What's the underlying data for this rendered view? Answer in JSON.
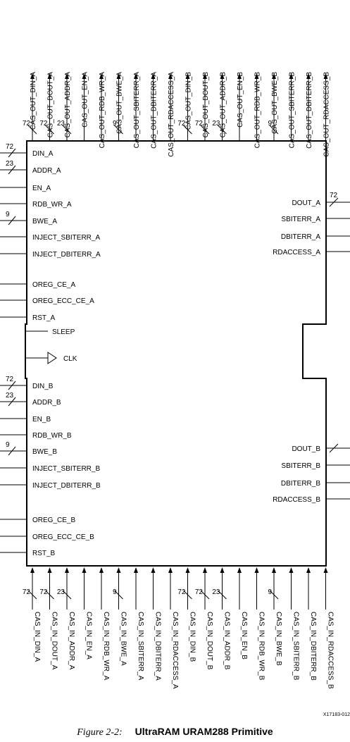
{
  "block": {
    "sleep_label": "SLEEP",
    "clk_label": "CLK"
  },
  "top_outputs": [
    {
      "label": "CAS_OUT_DIN_A",
      "bus": "72"
    },
    {
      "label": "CAS_OUT_DOUT_A",
      "bus": "72"
    },
    {
      "label": "CAS_OUT_ADDR_A",
      "bus": "23"
    },
    {
      "label": "CAS_OUT_EN_A",
      "bus": ""
    },
    {
      "label": "CAS_OUT_RDB_WR_A",
      "bus": ""
    },
    {
      "label": "CAS_OUT_BWE_A",
      "bus": "9"
    },
    {
      "label": "CAS_OUT_SBITERR_A",
      "bus": ""
    },
    {
      "label": "CAS_OUT_DBITERR_A",
      "bus": ""
    },
    {
      "label": "CAS_OUT_RDACCESS_A",
      "bus": ""
    },
    {
      "label": "CAS_OUT_DIN_B",
      "bus": "72"
    },
    {
      "label": "CAS_OUT_DOUT_B",
      "bus": "72"
    },
    {
      "label": "CAS_OUT_ADDR_B",
      "bus": "23"
    },
    {
      "label": "CAS_OUT_EN_B",
      "bus": ""
    },
    {
      "label": "CAS_OUT_RDB_WR_B",
      "bus": ""
    },
    {
      "label": "CAS_OUT_BWE_B",
      "bus": "9"
    },
    {
      "label": "CAS_OUT_SBITERR_B",
      "bus": ""
    },
    {
      "label": "CAS_OUT_DBITERR_B",
      "bus": ""
    },
    {
      "label": "CAS_OUT_RDACCESS_B",
      "bus": ""
    }
  ],
  "bottom_inputs": [
    {
      "label": "CAS_IN_DIN_A",
      "bus": "72"
    },
    {
      "label": "CAS_IN_DOUT_A",
      "bus": "72"
    },
    {
      "label": "CAS_IN_ADDR_A",
      "bus": "23"
    },
    {
      "label": "CAS_IN_EN_A",
      "bus": ""
    },
    {
      "label": "CAS_IN_RDB_WR_A",
      "bus": ""
    },
    {
      "label": "CAS_IN_BWE_A",
      "bus": "9"
    },
    {
      "label": "CAS_IN_SBITERR_A",
      "bus": ""
    },
    {
      "label": "CAS_IN_DBITERR_A",
      "bus": ""
    },
    {
      "label": "CAS_IN_RDACCESS_A",
      "bus": ""
    },
    {
      "label": "CAS_IN_DIN_B",
      "bus": "72"
    },
    {
      "label": "CAS_IN_DOUT_B",
      "bus": "72"
    },
    {
      "label": "CAS_IN_ADDR_B",
      "bus": "23"
    },
    {
      "label": "CAS_IN_EN_B",
      "bus": ""
    },
    {
      "label": "CAS_IN_RDB_WR_B",
      "bus": ""
    },
    {
      "label": "CAS_IN_BWE_B",
      "bus": "9"
    },
    {
      "label": "CAS_IN_SBITERR_B",
      "bus": ""
    },
    {
      "label": "CAS_IN_DBITERR_B",
      "bus": ""
    },
    {
      "label": "CAS_IN_RDACCESS_B",
      "bus": ""
    }
  ],
  "left_inputs_a": [
    {
      "label": "DIN_A",
      "bus": "72"
    },
    {
      "label": "ADDR_A",
      "bus": "23"
    },
    {
      "label": "EN_A",
      "bus": ""
    },
    {
      "label": "RDB_WR_A",
      "bus": ""
    },
    {
      "label": "BWE_A",
      "bus": "9"
    },
    {
      "label": "INJECT_SBITERR_A",
      "bus": ""
    },
    {
      "label": "INJECT_DBITERR_A",
      "bus": ""
    },
    {
      "label": "OREG_CE_A",
      "bus": ""
    },
    {
      "label": "OREG_ECC_CE_A",
      "bus": ""
    },
    {
      "label": "RST_A",
      "bus": ""
    }
  ],
  "left_inputs_b": [
    {
      "label": "DIN_B",
      "bus": "72"
    },
    {
      "label": "ADDR_B",
      "bus": "23"
    },
    {
      "label": "EN_B",
      "bus": ""
    },
    {
      "label": "RDB_WR_B",
      "bus": ""
    },
    {
      "label": "BWE_B",
      "bus": "9"
    },
    {
      "label": "INJECT_SBITERR_B",
      "bus": ""
    },
    {
      "label": "INJECT_DBITERR_B",
      "bus": ""
    },
    {
      "label": "OREG_CE_B",
      "bus": ""
    },
    {
      "label": "OREG_ECC_CE_B",
      "bus": ""
    },
    {
      "label": "RST_B",
      "bus": ""
    }
  ],
  "right_outputs_a": [
    {
      "label": "DOUT_A",
      "bus": "72"
    },
    {
      "label": "SBITERR_A",
      "bus": ""
    },
    {
      "label": "DBITERR_A",
      "bus": ""
    },
    {
      "label": "RDACCESS_A",
      "bus": ""
    }
  ],
  "right_outputs_b": [
    {
      "label": "DOUT_B",
      "bus": ""
    },
    {
      "label": "SBITERR_B",
      "bus": ""
    },
    {
      "label": "DBITERR_B",
      "bus": ""
    },
    {
      "label": "RDACCESS_B",
      "bus": ""
    }
  ],
  "drawing_id": "X17183-012",
  "caption": {
    "figure": "Figure 2-2:",
    "title": "UltraRAM URAM288 Primitive"
  }
}
